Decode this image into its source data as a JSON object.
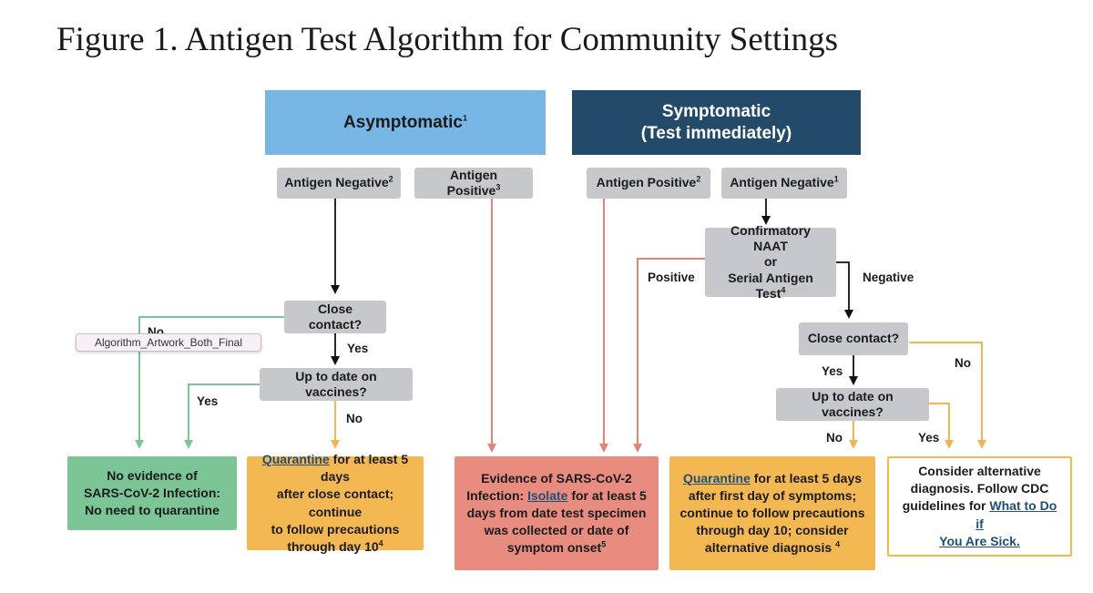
{
  "title": "Figure 1. Antigen Test Algorithm for Community Settings",
  "tooltip": "Algorithm_Artwork_Both_Final",
  "colors": {
    "asymptomatic_header": "#78b6e6",
    "symptomatic_header": "#234a68",
    "gray_box": "#c6c8cb",
    "green_outcome": "#7bc596",
    "orange_outcome": "#f4b853",
    "red_outcome": "#e88c80",
    "green_line": "#7bc596",
    "orange_line": "#f2b552",
    "red_line": "#e0857b"
  },
  "asymptomatic": {
    "header": "Asymptomatic",
    "header_sup": "1",
    "antigen_negative": "Antigen Negative",
    "antigen_negative_sup": "2",
    "antigen_positive": "Antigen Positive",
    "antigen_positive_sup": "3",
    "close_contact": "Close contact?",
    "vaccines": "Up to date on vaccines?",
    "label_no": "No",
    "label_yes_contact": "Yes",
    "label_yes_vaccine": "Yes",
    "label_no_vaccine": "No"
  },
  "symptomatic": {
    "header_line1": "Symptomatic",
    "header_line2": "(Test immediately)",
    "antigen_positive": "Antigen Positive",
    "antigen_positive_sup": "2",
    "antigen_negative": "Antigen Negative",
    "antigen_negative_sup": "1",
    "confirm_line1": "Confirmatory NAAT",
    "confirm_line2": "or",
    "confirm_line3": "Serial Antigen Test",
    "confirm_sup": "4",
    "label_positive": "Positive",
    "label_negative": "Negative",
    "close_contact": "Close contact?",
    "vaccines": "Up to date on vaccines?",
    "label_yes_contact": "Yes",
    "label_no_contact": "No",
    "label_no_vaccine": "No",
    "label_yes_vaccine": "Yes"
  },
  "outcomes": {
    "no_evidence": {
      "line1": "No evidence of",
      "line2": "SARS-CoV-2 Infection:",
      "line3": "No need to quarantine"
    },
    "quarantine_contact": {
      "link": "Quarantine",
      "line1_rest": " for at least 5 days",
      "line2": "after close contact; continue",
      "line3": "to follow precautions",
      "line4": "through day 10",
      "sup": "4"
    },
    "evidence": {
      "line1": "Evidence of SARS-CoV-2",
      "line2_pre": "Infection: ",
      "link": "Isolate",
      "line2_post": " for at least 5",
      "line3": "days from date test specimen",
      "line4": "was collected or date of",
      "line5": "symptom onset",
      "sup": "5"
    },
    "quarantine_symptoms": {
      "link": "Quarantine",
      "line1_rest": " for at least 5 days",
      "line2": "after first day of symptoms;",
      "line3": "continue to follow precautions",
      "line4": "through day 10; consider",
      "line5": "alternative diagnosis ",
      "sup": "4"
    },
    "alternative": {
      "line1": "Consider alternative",
      "line2": "diagnosis. Follow CDC",
      "line3_pre": "guidelines for ",
      "link1": "What to Do if",
      "link2": "You Are Sick."
    }
  }
}
